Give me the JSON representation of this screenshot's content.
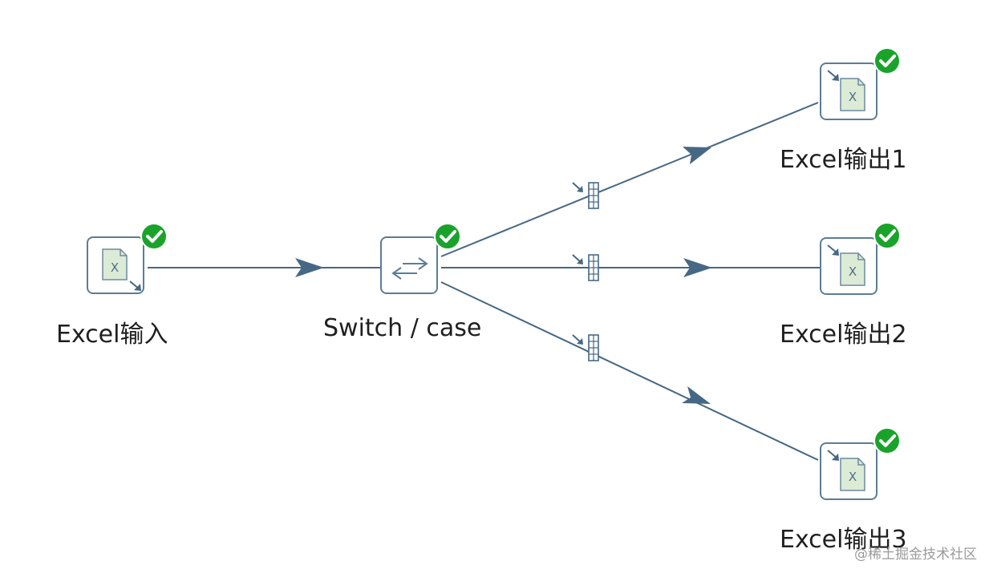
{
  "steps": {
    "excel_input": {
      "label": "Excel输入",
      "icon": "excel-input-icon",
      "status": "success"
    },
    "switch_case": {
      "label": "Switch / case",
      "icon": "switch-arrows-icon",
      "status": "success"
    },
    "excel_output_1": {
      "label": "Excel输出1",
      "icon": "excel-output-icon",
      "status": "success"
    },
    "excel_output_2": {
      "label": "Excel输出2",
      "icon": "excel-output-icon",
      "status": "success"
    },
    "excel_output_3": {
      "label": "Excel输出3",
      "icon": "excel-output-icon",
      "status": "success"
    }
  },
  "hops": [
    {
      "from": "excel_input",
      "to": "switch_case"
    },
    {
      "from": "switch_case",
      "to": "excel_output_1",
      "case_marker": true
    },
    {
      "from": "switch_case",
      "to": "excel_output_2",
      "case_marker": true
    },
    {
      "from": "switch_case",
      "to": "excel_output_3",
      "case_marker": true
    }
  ],
  "colors": {
    "hop": "#466884",
    "badge": "#1aa32a",
    "step_border": "#5b7d96",
    "icon_fill": "#dcebd6"
  },
  "watermark": "@稀土掘金技术社区"
}
